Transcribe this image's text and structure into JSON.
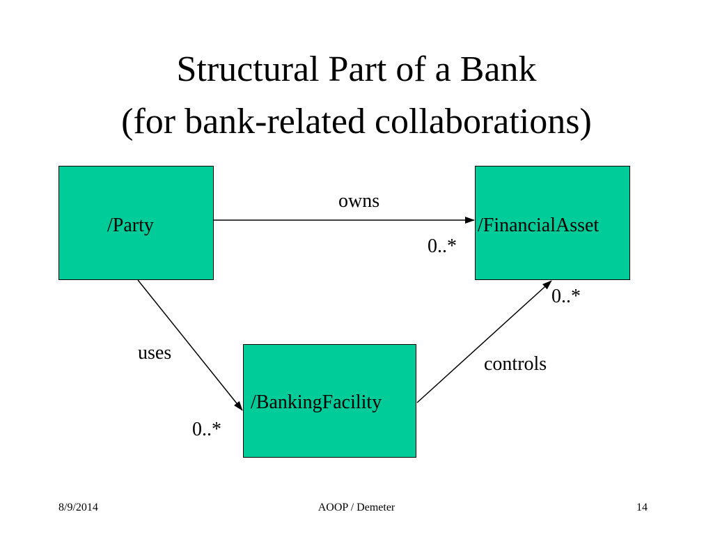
{
  "slide": {
    "title_line_1": "Structural Part of a Bank",
    "title_line_2": "(for bank-related collaborations)"
  },
  "diagram": {
    "nodes": {
      "party": "/Party",
      "financial_asset": "/FinancialAsset",
      "banking_facility": "/BankingFacility"
    },
    "edges": {
      "owns": {
        "label": "owns",
        "multiplicity": "0..*"
      },
      "uses": {
        "label": "uses",
        "multiplicity": "0..*"
      },
      "controls": {
        "label": "controls",
        "multiplicity": "0..*"
      }
    },
    "node_fill": "#00cc99"
  },
  "footer": {
    "date": "8/9/2014",
    "center": "AOOP / Demeter",
    "page_number": "14"
  }
}
